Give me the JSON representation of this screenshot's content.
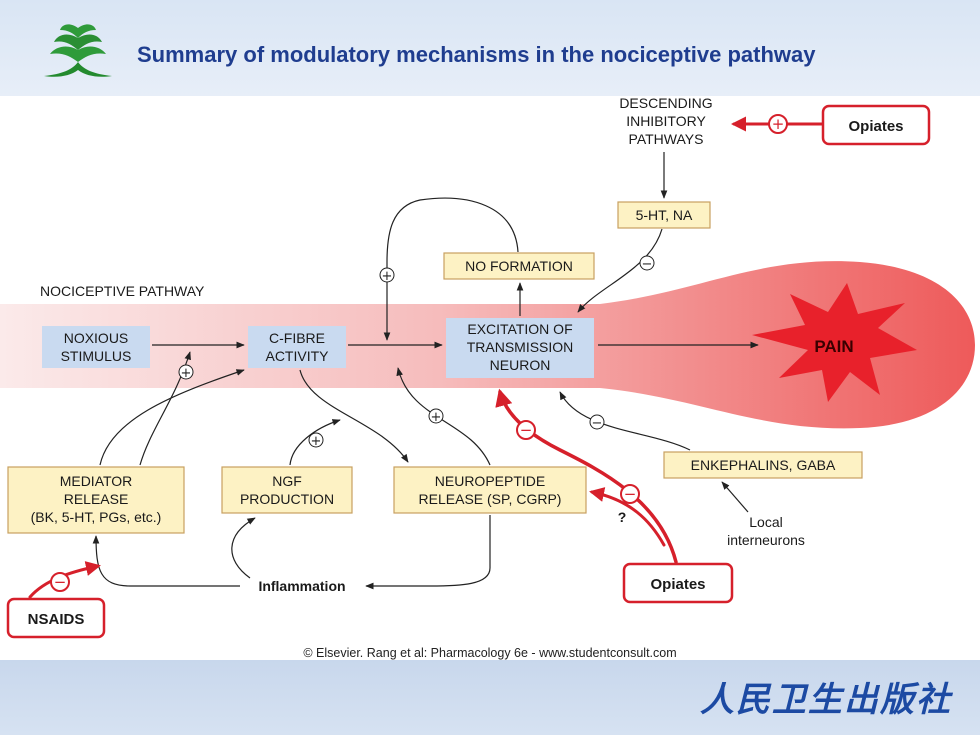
{
  "title": "Summary of modulatory mechanisms in the nociceptive pathway",
  "credit": "© Elsevier. Rang et al: Pharmacology 6e - www.studentconsult.com",
  "publisher": "人民卫生出版社",
  "pathway_label": "NOCICEPTIVE PATHWAY",
  "nodes": {
    "noxious": [
      "NOXIOUS",
      "STIMULUS"
    ],
    "cfibre": [
      "C-FIBRE",
      "ACTIVITY"
    ],
    "excitation": [
      "EXCITATION OF",
      "TRANSMISSION",
      "NEURON"
    ],
    "pain": "PAIN",
    "no_formation": "NO FORMATION",
    "serotonin": "5-HT, NA",
    "descending": [
      "DESCENDING",
      "INHIBITORY",
      "PATHWAYS"
    ],
    "opiates_top": "Opiates",
    "enkephalins": "ENKEPHALINS, GABA",
    "local": [
      "Local",
      "interneurons"
    ],
    "mediator": [
      "MEDIATOR",
      "RELEASE",
      "(BK, 5-HT, PGs, etc.)"
    ],
    "ngf": [
      "NGF",
      "PRODUCTION"
    ],
    "neuropeptide": [
      "NEUROPEPTIDE",
      "RELEASE (SP, CGRP)"
    ],
    "inflammation": "Inflammation",
    "opiates_bottom": "Opiates",
    "nsaids": "NSAIDS",
    "question": "?"
  },
  "signs": {
    "plus": "+",
    "minus": "−"
  },
  "colors": {
    "title": "#1f3d8f",
    "box_blue": "#c9daf0",
    "box_yellow": "#fdf2c4",
    "box_yellow_border": "#c8a060",
    "red": "#d6202b",
    "pain_star": "#e8212b"
  }
}
